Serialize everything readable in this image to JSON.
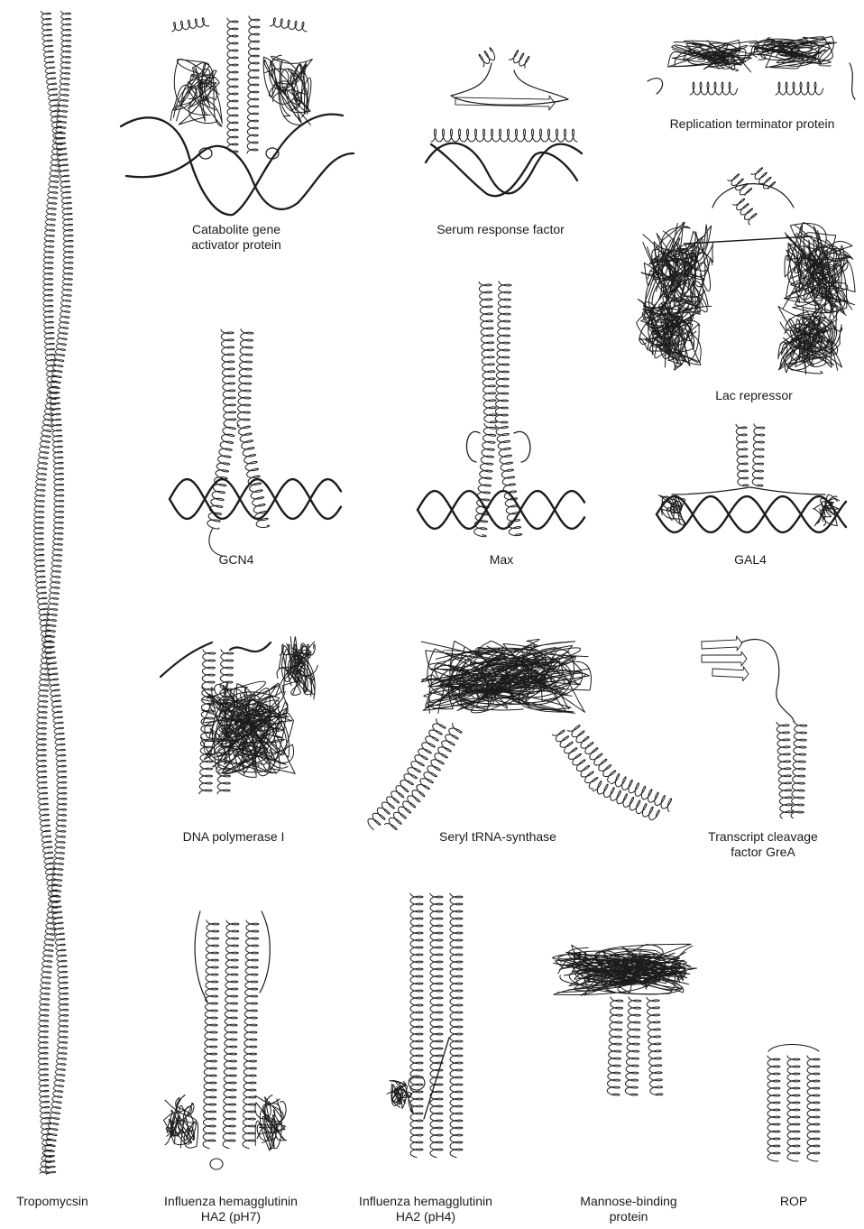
{
  "figure": {
    "labels": {
      "catabolite": [
        "Catabolite gene",
        "activator protein"
      ],
      "serum": [
        "Serum response factor"
      ],
      "replication": [
        "Replication terminator protein"
      ],
      "lac": [
        "Lac repressor"
      ],
      "gcn4": [
        "GCN4"
      ],
      "max": [
        "Max"
      ],
      "gal4": [
        "GAL4"
      ],
      "dnapol": [
        "DNA polymerase I"
      ],
      "seryl": [
        "Seryl tRNA-synthase"
      ],
      "grea": [
        "Transcript cleavage",
        "factor GreA"
      ],
      "tropomyosin": [
        "Tropomycsin"
      ],
      "ha2ph7": [
        "Influenza hemagglutinin",
        "HA2 (pH7)"
      ],
      "ha2ph4": [
        "Influenza hemagglutinin",
        "HA2 (pH4)"
      ],
      "mannose": [
        "Mannose-binding",
        "protein"
      ],
      "rop": [
        "ROP"
      ]
    }
  }
}
